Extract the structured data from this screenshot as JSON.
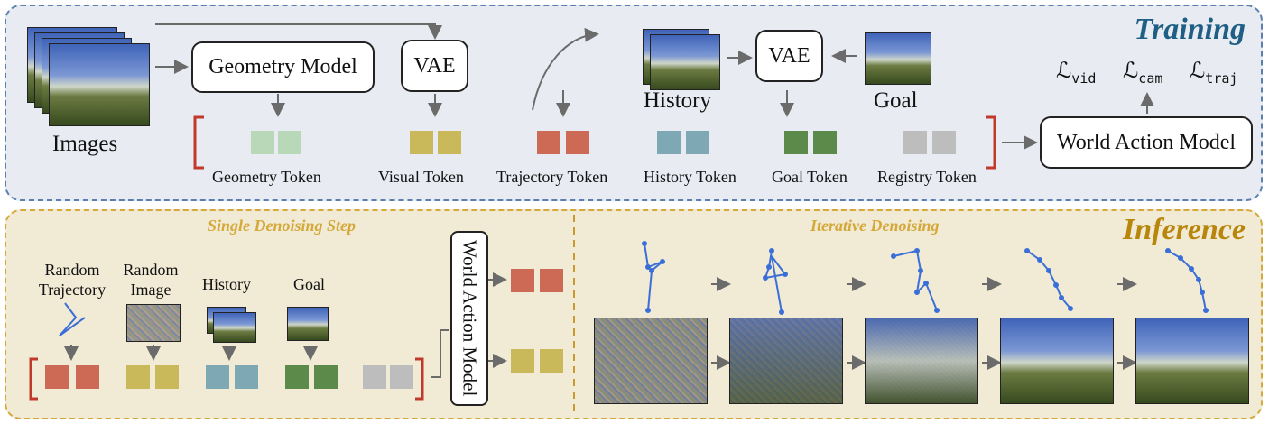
{
  "training": {
    "title": "Training",
    "images_label": "Images",
    "geometry_model": "Geometry Model",
    "vae_left": "VAE",
    "vae_right": "VAE",
    "history_label": "History",
    "goal_label": "Goal",
    "world_action_model": "World Action Model",
    "losses": {
      "vid_main": "ℒ",
      "vid_sub": "vid",
      "cam_main": "ℒ",
      "cam_sub": "cam",
      "traj_main": "ℒ",
      "traj_sub": "traj"
    },
    "tokens": [
      {
        "label": "Geometry Token",
        "color": "#b9d8b8"
      },
      {
        "label": "Visual Token",
        "color": "#c9b95a"
      },
      {
        "label": "Trajectory Token",
        "color": "#cc6a55"
      },
      {
        "label": "History Token",
        "color": "#7ea8b4"
      },
      {
        "label": "Goal Token",
        "color": "#5b8a4a"
      },
      {
        "label": "Registry Token",
        "color": "#bdbdbd"
      }
    ]
  },
  "inference": {
    "title": "Inference",
    "single_step_title": "Single Denoising Step",
    "iterative_title": "Iterative Denoising",
    "random_trajectory": "Random\nTrajectory",
    "random_image": "Random\nImage",
    "history": "History",
    "goal": "Goal",
    "world_action_model": "World Action Model"
  },
  "colors": {
    "bracket": "#c0392b",
    "arrow": "#6b6b6b",
    "trajectory_line": "#3a6fd8",
    "training_title": "#1f5f86",
    "inference_title": "#b8860b"
  }
}
